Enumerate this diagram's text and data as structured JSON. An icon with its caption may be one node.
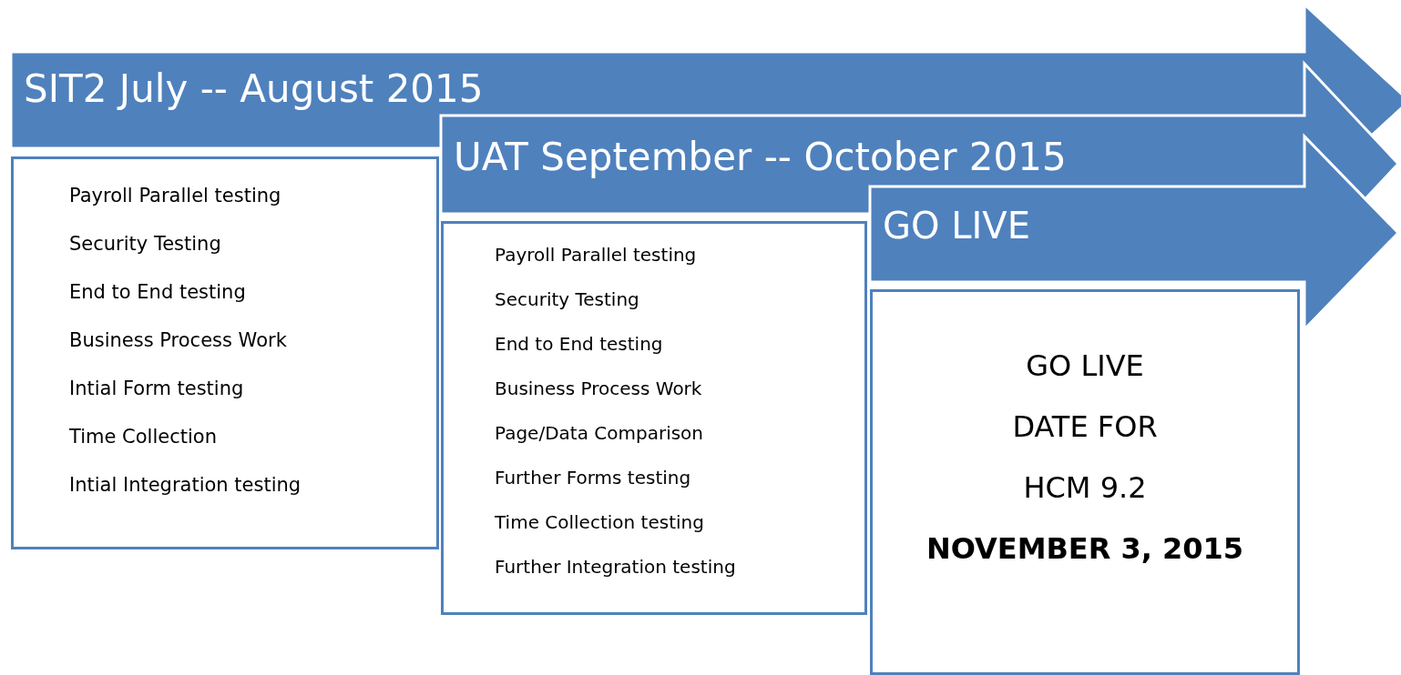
{
  "diagram": {
    "nodes": [
      {
        "text": [
          "SIT2 July -- August 2015"
        ]
      },
      {
        "text": [
          "Payroll Parallel testing",
          "Security  Testing",
          "End to  End testing",
          "Business Process Work",
          "Intial Form  testing",
          "Time Collection",
          "Intial Integration testing"
        ]
      },
      {
        "text": [
          "UAT September  -- October 2015"
        ]
      },
      {
        "text": [
          "Payroll Parallel testing",
          "Security Testing",
          "End to End testing",
          "Business Process Work",
          "Page/Data Comparison",
          "Further Forms testing",
          "Time Collection testing",
          "Further Integration testing"
        ]
      },
      {
        "text": [
          "GO LIVE"
        ]
      },
      {
        "text": [
          "GO LIVE",
          "DATE FOR",
          "HCM 9.2",
          "NOVEMBER 3, 2015"
        ]
      }
    ]
  }
}
